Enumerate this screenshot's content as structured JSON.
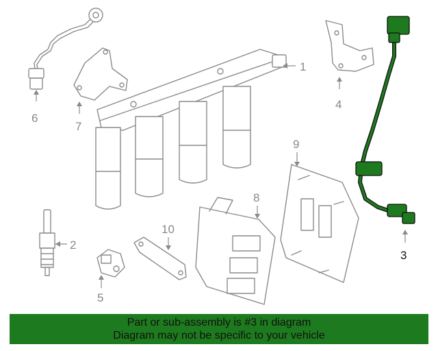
{
  "colors": {
    "highlight": "#1e7a1e",
    "banner": "#1e7a1e",
    "line_art": "#8a8a8a",
    "text_dark": "#111111"
  },
  "callouts": {
    "c1": "1",
    "c2": "2",
    "c3": "3",
    "c4": "4",
    "c5": "5",
    "c6": "6",
    "c7": "7",
    "c8": "8",
    "c9": "9",
    "c10": "10"
  },
  "highlighted_part": "3",
  "banner": {
    "line1": "Part or sub-assembly is #3 in diagram",
    "line2": "Diagram may not be specific to your vehicle"
  }
}
